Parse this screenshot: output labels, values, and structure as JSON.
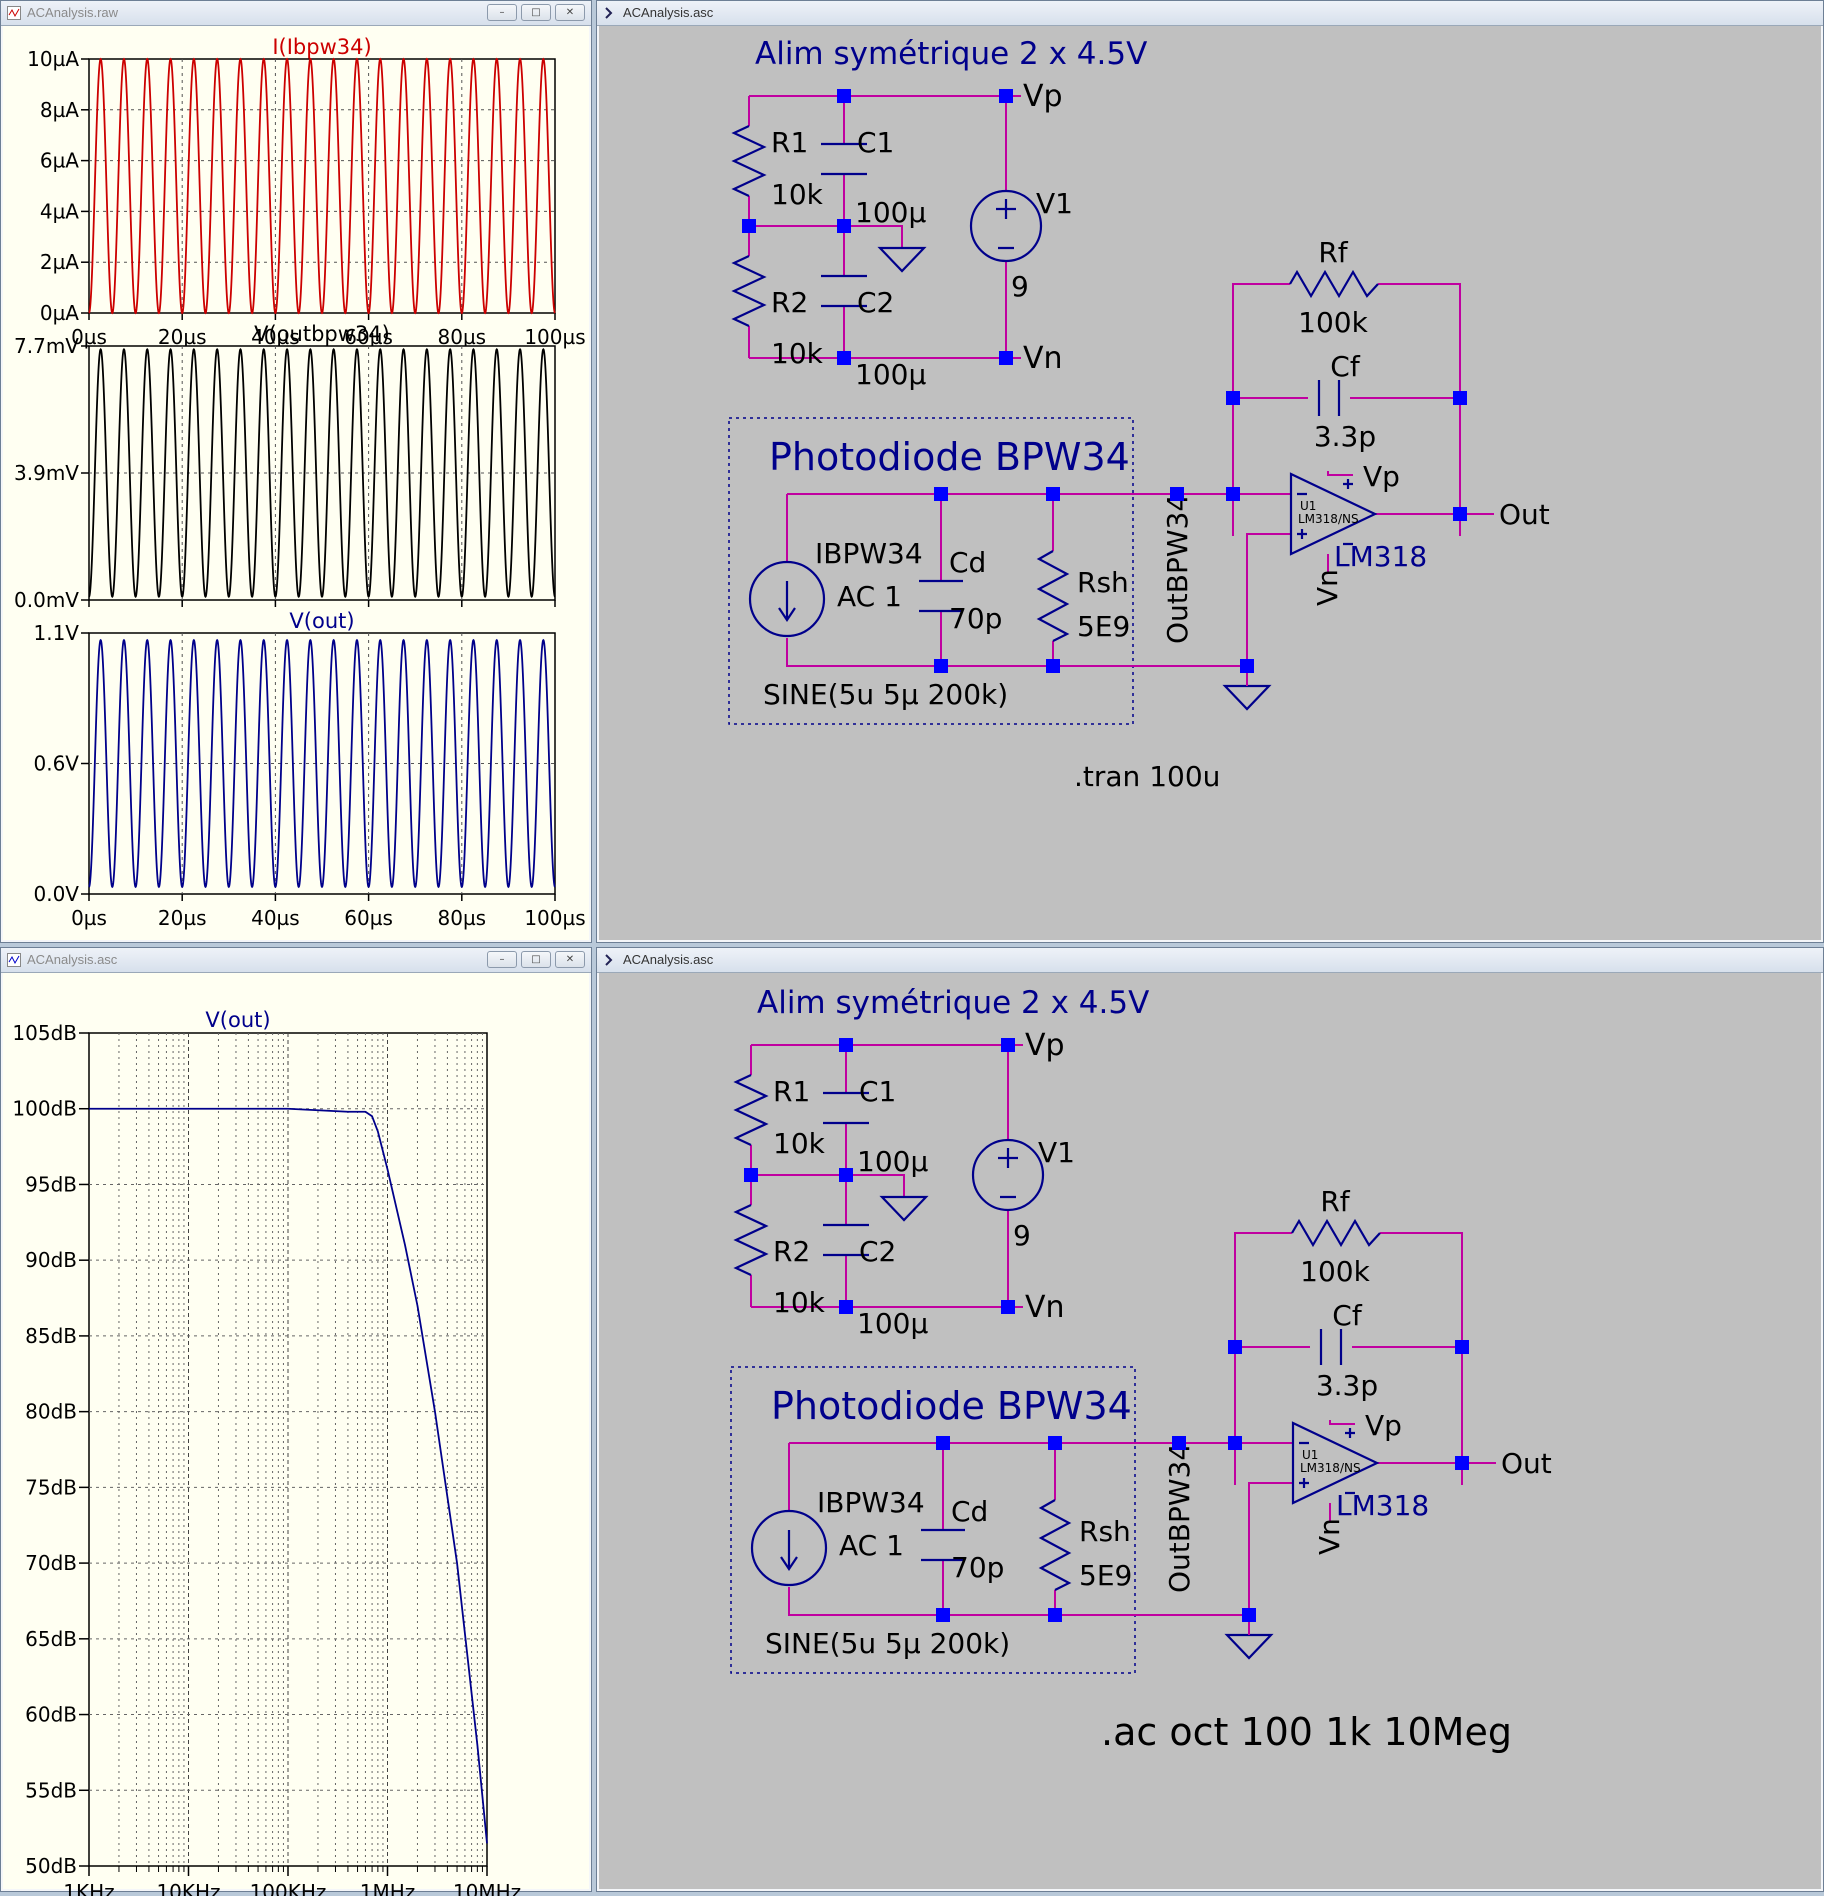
{
  "windows": {
    "transient_plot": {
      "title": "ACAnalysis.raw"
    },
    "schematic_tran": {
      "title": "ACAnalysis.asc"
    },
    "ac_plot": {
      "title": "ACAnalysis.asc"
    },
    "schematic_ac": {
      "title": "ACAnalysis.asc"
    }
  },
  "window_buttons": {
    "minimize": "–",
    "restore": "□",
    "close": "✕"
  },
  "colors": {
    "red_trace": "#cc0000",
    "black_trace": "#000000",
    "blue_trace": "#00008b",
    "wire": "#c000a0",
    "component": "#00008b",
    "junction": "#0000ff",
    "plot_bg": "#fffff2",
    "schematic_bg": "#c0c0c0"
  },
  "chart_data": [
    {
      "type": "line",
      "title": "I(Ibpw34)",
      "xlim": [
        0,
        100
      ],
      "ylim": [
        0,
        10
      ],
      "xticks": [
        "0µs",
        "20µs",
        "40µs",
        "60µs",
        "80µs",
        "100µs"
      ],
      "yticks": [
        "0µA",
        "2µA",
        "4µA",
        "6µA",
        "8µA",
        "10µA"
      ],
      "waveform": "sine",
      "offset": 5,
      "amplitude": 5,
      "frequency_hz": 200000,
      "grid": true
    },
    {
      "type": "line",
      "title": "V(outbpw34)",
      "xlim": [
        0,
        100
      ],
      "ylim": [
        0,
        7.7
      ],
      "xticks": [],
      "yticks": [
        "0.0mV",
        "3.9mV",
        "7.7mV"
      ],
      "waveform": "sine",
      "offset": 3.85,
      "amplitude": 3.75,
      "frequency_hz": 200000,
      "grid": true
    },
    {
      "type": "line",
      "title": "V(out)",
      "xlim": [
        0,
        100
      ],
      "ylim": [
        0,
        1.1
      ],
      "xticks": [
        "0µs",
        "20µs",
        "40µs",
        "60µs",
        "80µs",
        "100µs"
      ],
      "yticks": [
        "0.0V",
        "0.6V",
        "1.1V"
      ],
      "waveform": "sine",
      "offset": 0.55,
      "amplitude": 0.52,
      "frequency_hz": 200000,
      "grid": true
    },
    {
      "type": "line",
      "title": "V(out)",
      "xscale": "log",
      "xlim": [
        1000,
        10000000
      ],
      "ylim": [
        50,
        105
      ],
      "xticks": [
        "1KHz",
        "10KHz",
        "100KHz",
        "1MHz",
        "10MHz"
      ],
      "yticks": [
        "50dB",
        "55dB",
        "60dB",
        "65dB",
        "70dB",
        "75dB",
        "80dB",
        "85dB",
        "90dB",
        "95dB",
        "100dB",
        "105dB"
      ],
      "x": [
        1000,
        10000,
        100000,
        200000,
        400000,
        600000,
        700000,
        800000,
        1000000,
        1500000,
        2000000,
        3000000,
        5000000,
        8000000,
        10000000
      ],
      "y": [
        100,
        100,
        100,
        99.9,
        99.8,
        99.8,
        99.5,
        98.5,
        96,
        91,
        87,
        80,
        70,
        58,
        51.5
      ],
      "grid": true
    }
  ],
  "schematic": {
    "alim_label": "Alim symétrique 2 x 4.5V",
    "r1_name": "R1",
    "r1_value": "10k",
    "r2_name": "R2",
    "r2_value": "10k",
    "c1_name": "C1",
    "c1_value": "100µ",
    "c2_name": "C2",
    "c2_value": "100µ",
    "v1_name": "V1",
    "v1_value": "9",
    "vp": "Vp",
    "vn": "Vn",
    "rf_name": "Rf",
    "rf_value": "100k",
    "cf_name": "Cf",
    "cf_value": "3.3p",
    "photodiode_label": "Photodiode BPW34",
    "ibpw_name": "IBPW34",
    "ibpw_value": "AC 1",
    "cd_name": "Cd",
    "cd_value": "70p",
    "rsh_name": "Rsh",
    "rsh_value": "5E9",
    "net_outbpw": "OutBPW34",
    "opamp_ref": "U1",
    "opamp_model": "LM318/NS",
    "opamp_name": "LM318",
    "out_label": "Out",
    "sine_spec": "SINE(5u 5µ 200k)",
    "tran_directive": ".tran 100u",
    "ac_directive": ".ac oct 100 1k 10Meg"
  }
}
